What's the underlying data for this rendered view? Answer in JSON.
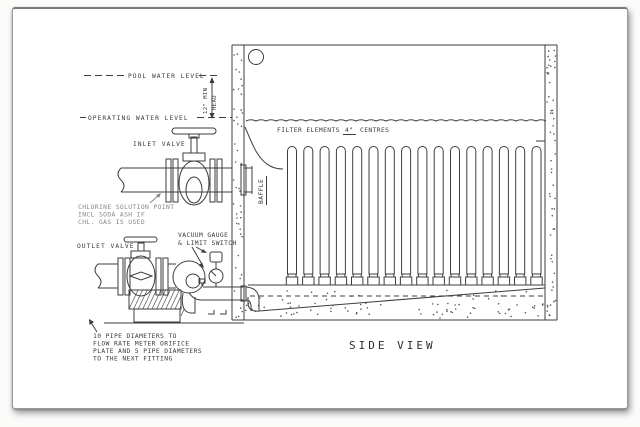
{
  "drawing": {
    "title": "SIDE VIEW",
    "labels": {
      "pool_water_level": "POOL WATER LEVEL",
      "head_dim_col1": "12\" MIN",
      "head_dim_col2": "HEAD",
      "operating_water_level": "OPERATING WATER LEVEL",
      "inlet_valve": "INLET VALVE",
      "filter_elements_1": "FILTER ELEMENTS",
      "filter_elements_2": "4\"",
      "filter_elements_3": "CENTRES",
      "baffle": "BAFFLE",
      "chlorination_line1": "CHLORINE SOLUTION POINT",
      "chlorination_line2": "INCL  SODA ASH  IF",
      "chlorination_line3": "CHL.  GAS IS USED",
      "outlet_valve": "OUTLET VALVE",
      "vacuum_gauge_line1": "VACUUM GAUGE",
      "vacuum_gauge_line2": "& LIMIT SWITCH",
      "pipe_note_line1": "10 PIPE DIAMETERS TO",
      "pipe_note_line2": "FLOW RATE METER ORIFICE",
      "pipe_note_line3": "PLATE AND 5 PIPE DIAMETERS",
      "pipe_note_line4": "TO THE NEXT FITTING"
    },
    "colors": {
      "ink": "#3d3d3d",
      "paper": "#ffffff",
      "background": "#fbfbfa"
    }
  }
}
